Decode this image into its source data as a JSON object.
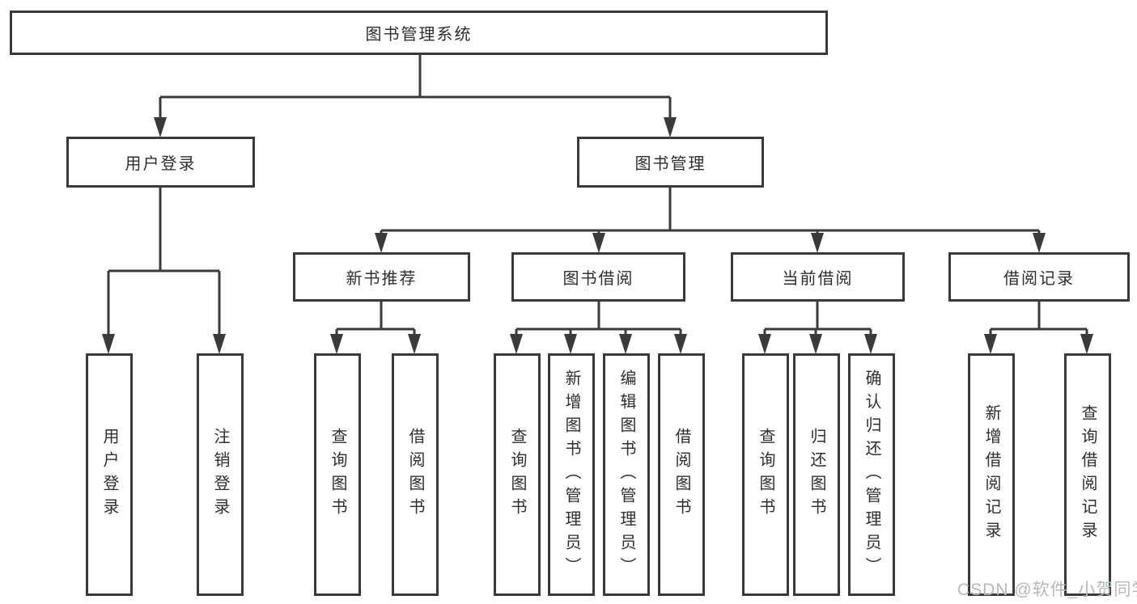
{
  "colors": {
    "line": "#3a3a3a",
    "box_border": "#3a3a3a",
    "text": "#2e2e2e",
    "watermark": "#b5b9bc",
    "background": "#ffffff"
  },
  "watermark": {
    "text": "CSDN @软件_小贺同学"
  },
  "tree": {
    "root": {
      "label": "图书管理系统"
    },
    "branches": [
      {
        "label": "用户登录",
        "children": [
          {
            "label": "用户登录"
          },
          {
            "label": "注销登录"
          }
        ]
      },
      {
        "label": "图书管理",
        "sections": [
          {
            "label": "新书推荐",
            "children": [
              {
                "label": "查询图书"
              },
              {
                "label": "借阅图书"
              }
            ]
          },
          {
            "label": "图书借阅",
            "children": [
              {
                "label": "查询图书"
              },
              {
                "label": "新增图书（管理员）"
              },
              {
                "label": "编辑图书（管理员）"
              },
              {
                "label": "借阅图书"
              }
            ]
          },
          {
            "label": "当前借阅",
            "children": [
              {
                "label": "查询图书"
              },
              {
                "label": "归还图书"
              },
              {
                "label": "确认归还（管理员）"
              }
            ]
          },
          {
            "label": "借阅记录",
            "children": [
              {
                "label": "新增借阅记录"
              },
              {
                "label": "查询借阅记录"
              }
            ]
          }
        ]
      }
    ]
  }
}
